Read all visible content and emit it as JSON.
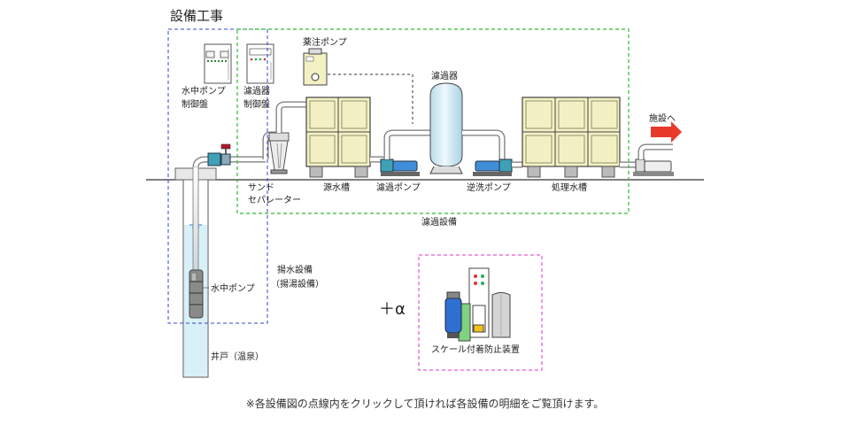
{
  "page": {
    "title": "設備工事",
    "plus_label": "＋α",
    "footer_note": "※各設備図の点線内をクリックして頂ければ各設備の明細をご覧頂けます。"
  },
  "labels": {
    "pump_control_panel": [
      "水中ポンプ",
      "制御盤"
    ],
    "filter_control_panel": [
      "濾過器",
      "制御盤"
    ],
    "chemical_pump": "薬注ポンプ",
    "filter": "濾過器",
    "to_facility": "施設へ",
    "sand_separator": [
      "サンド",
      "セパレーター"
    ],
    "raw_water_tank": "源水槽",
    "filter_pump": "濾過ポンプ",
    "backwash_pump": "逆洗ポンプ",
    "treated_water_tank": "処理水槽",
    "filtration_equipment": "濾過設備",
    "pumping_equipment": [
      "揚水設備",
      "（揚湯設備）"
    ],
    "submersible_pump": "水中ポンプ",
    "well": "井戸（温泉）",
    "scale_prevention": "スケール付着防止装置"
  },
  "colors": {
    "pumping_zone": "#3344cc",
    "filtration_zone": "#33bb33",
    "scale_zone": "#dd33cc",
    "arrow": "#e83a2a",
    "tank_fill": "#f3f0c4",
    "well_water": "#d8f0f8",
    "pump_blue": "#3f8fd8",
    "filter_vessel": "#d3ecf6"
  }
}
